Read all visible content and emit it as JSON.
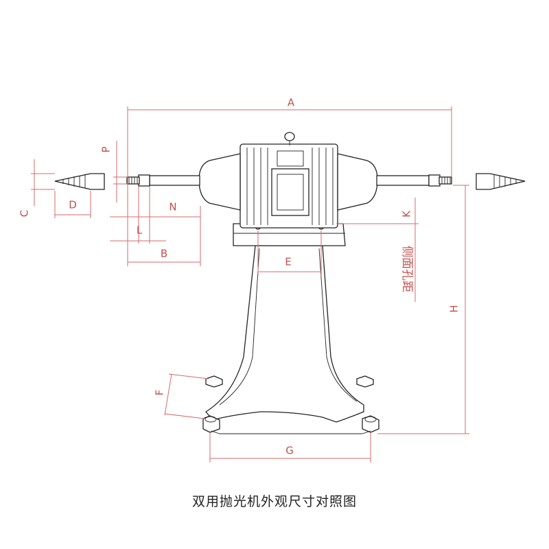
{
  "caption": "双用抛光机外观尺寸对照图",
  "labels": {
    "A": "A",
    "B": "B",
    "C": "C",
    "D": "D",
    "E": "E",
    "F": "F",
    "G": "G",
    "H": "H",
    "K": "K",
    "L": "L",
    "N": "N",
    "P": "P",
    "side_hole": "侧面孔距"
  },
  "colors": {
    "dimension": "#c0504d",
    "outline": "#222222"
  }
}
